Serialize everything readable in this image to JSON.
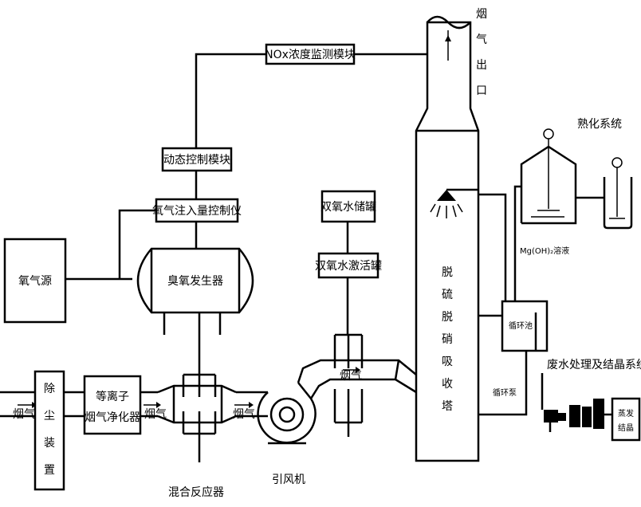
{
  "labels": {
    "nox_monitor": "NOx浓度监测模块",
    "dynamic_control": "动态控制模块",
    "ozone_injection": "氧气注入量控制仪",
    "oxygen_source": "氧气源",
    "ozone_generator": "臭氧发生器",
    "h2o2_storage": "双氧水储罐",
    "h2o2_activation": "双氧水激活罐",
    "dust_removal": [
      "除",
      "尘",
      "装",
      "置"
    ],
    "plasma_cleaner_1": "等离子",
    "plasma_cleaner_2": "烟气净化器",
    "flue_gas": "烟气",
    "mixing_reactor": "混合反应器",
    "induced_fan": "引风机",
    "absorption_tower": [
      "脱",
      "硫",
      "脱",
      "硝",
      "吸",
      "收",
      "塔"
    ],
    "flue_outlet": [
      "烟",
      "气",
      "出",
      "口"
    ],
    "aging_system": "熟化系统",
    "mgoh2_solution": "Mg(OH)₂溶液",
    "circulation_tank": "循环池",
    "circulation_pump": "循环泵",
    "wastewater_system": "废水处理及结晶系统",
    "evap_crystallizer_1": "蒸发",
    "evap_crystallizer_2": "结晶"
  }
}
